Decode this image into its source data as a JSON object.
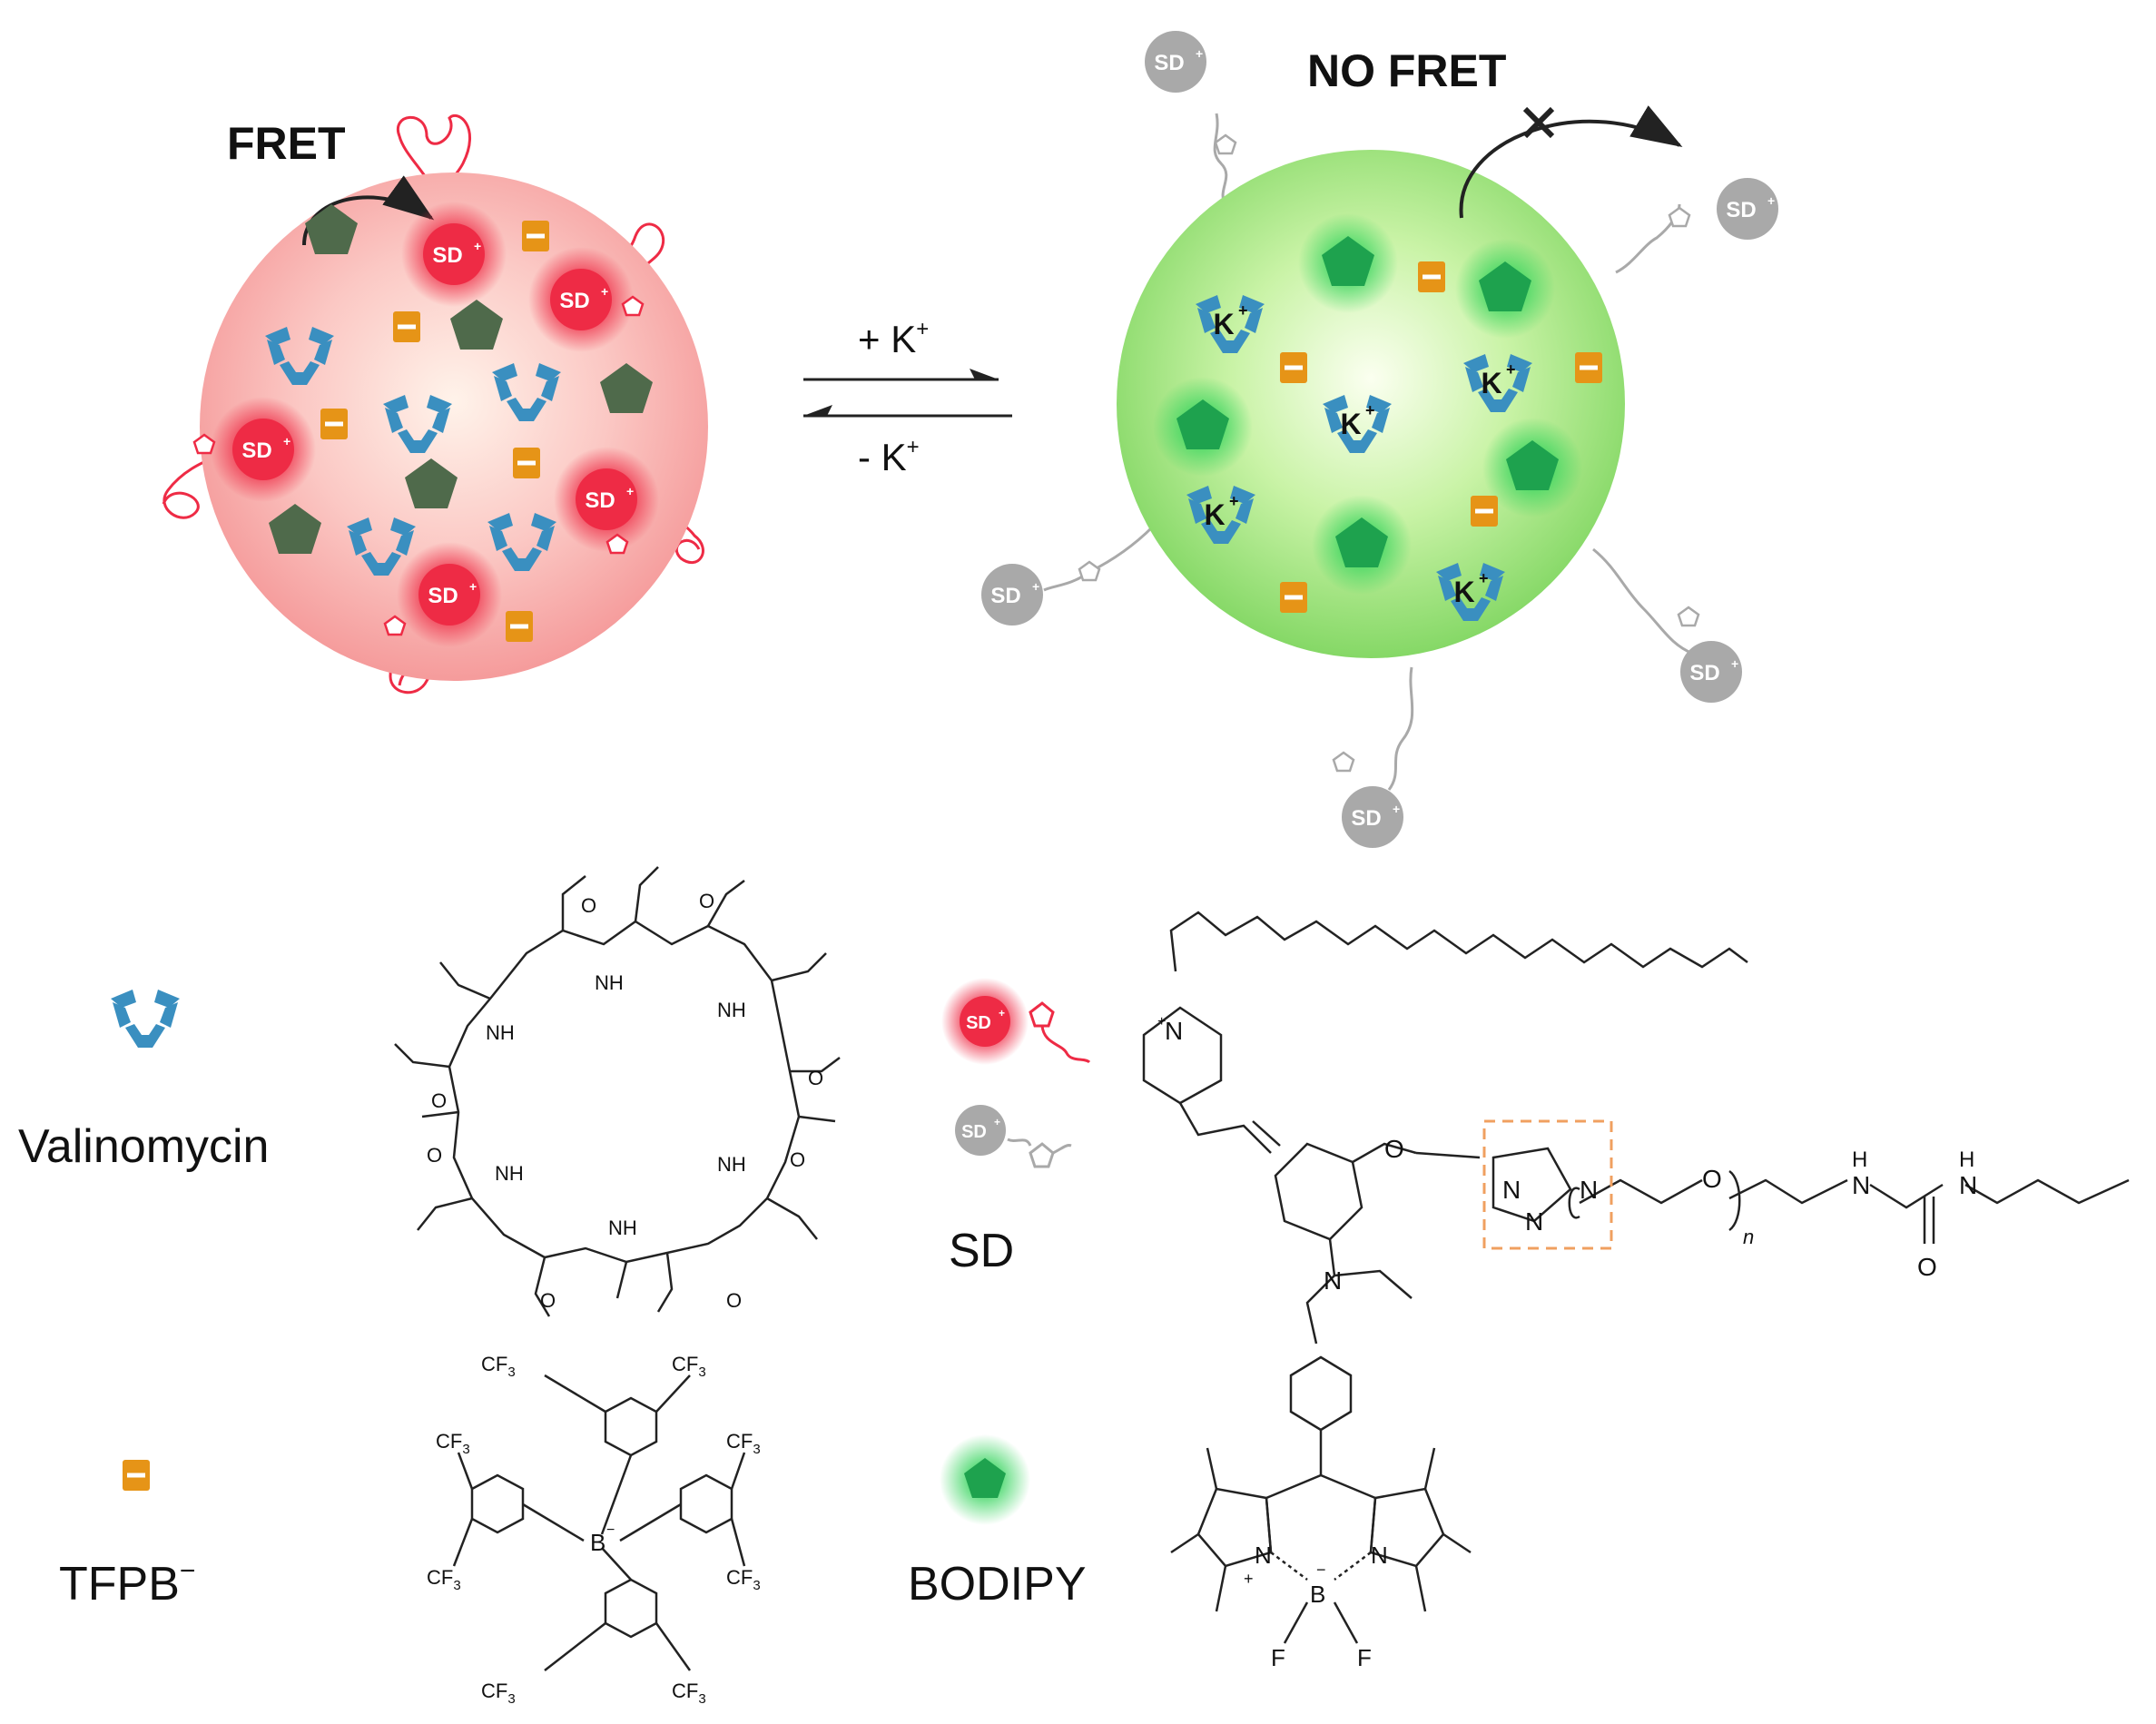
{
  "labels": {
    "fret": "FRET",
    "no_fret": "NO FRET",
    "add_k": "+ K",
    "remove_k": "- K",
    "k_sup": "+"
  },
  "badges": {
    "sd": "SD",
    "sd_sup": "+",
    "k": "K",
    "k_sup": "+"
  },
  "legend": {
    "valinomycin": "Valinomycin",
    "sd": "SD",
    "tfpb": "TFPB",
    "tfpb_sup": "−",
    "bodipy": "BODIPY"
  },
  "chemistry": {
    "cf3": "CF",
    "cf3_sub": "3",
    "boron": "B",
    "boron_charge": "−",
    "nitrogen": "N",
    "n_plus": "+",
    "fluorine": "F",
    "oxygen": "O",
    "nh": "NH",
    "n": "N",
    "n_sub": "n",
    "h": "H",
    "o": "O"
  },
  "colors": {
    "sd_red": "#ee2b45",
    "sd_gray": "#a9a9a9",
    "valinomycin_blue": "#3a8fc0",
    "tfpb_orange": "#e69417",
    "bodipy_dark": "#4f6a4b",
    "bodipy_green": "#1ea24e",
    "particle_pink": "#f4a0a0",
    "particle_green": "#8ee070",
    "dashed_box": "#f0a060"
  }
}
